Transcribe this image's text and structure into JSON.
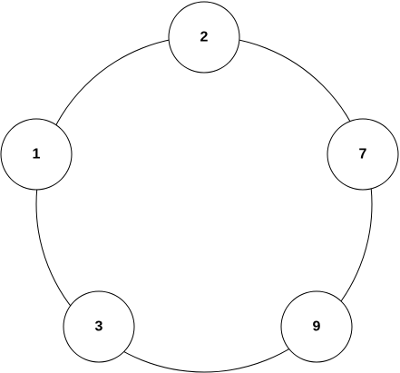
{
  "diagram": {
    "type": "cycle",
    "stroke_color": "#000000",
    "fill_color": "#ffffff",
    "nodes": [
      {
        "label": "2"
      },
      {
        "label": "7"
      },
      {
        "label": "9"
      },
      {
        "label": "3"
      },
      {
        "label": "1"
      }
    ]
  }
}
